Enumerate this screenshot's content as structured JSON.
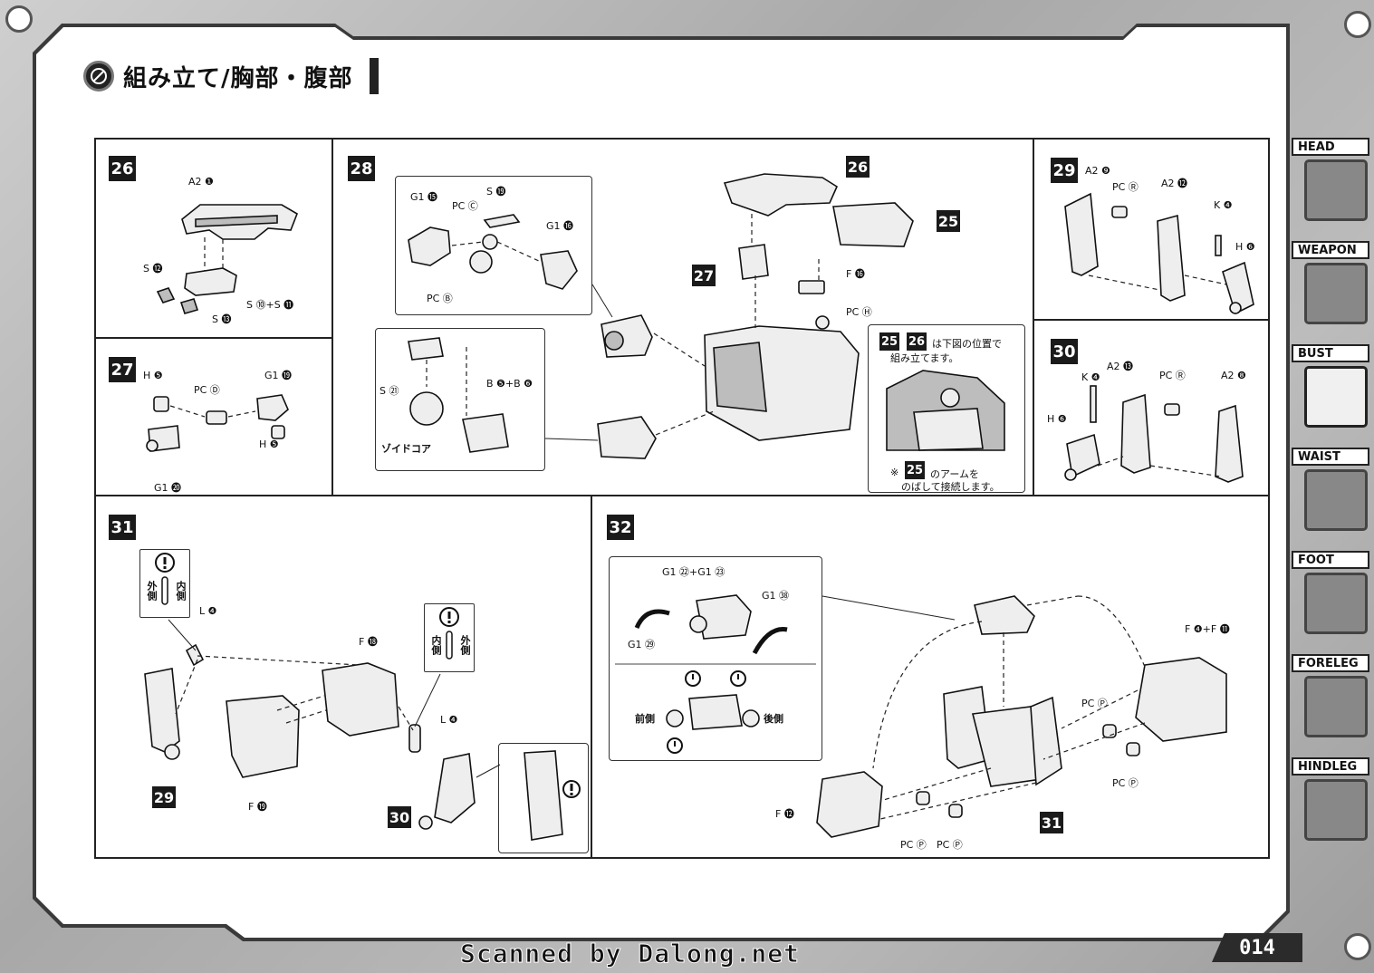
{
  "header": {
    "title": "組み立て/胸部・腹部"
  },
  "steps": {
    "s26": {
      "number": "26",
      "labels": [
        "A2 ❶",
        "S ⓬",
        "S ⓾+S ⓫",
        "S ⓭"
      ]
    },
    "s27": {
      "number": "27",
      "labels": [
        "H ❺",
        "PC Ⓓ",
        "G1 ⓳",
        "H ❺",
        "G1 ⓴"
      ]
    },
    "s28": {
      "number": "28",
      "sub1_labels": [
        "G1 ⓯",
        "S ⓳",
        "PC Ⓒ",
        "G1 ⓰",
        "PC Ⓑ"
      ],
      "sub2_labels": [
        "S ㉑",
        "B ❺+B ❻",
        "ゾイドコア"
      ],
      "main_labels": [
        "26",
        "25",
        "27",
        "F ⓰",
        "PC Ⓗ"
      ],
      "note_top": "は下図の位置で",
      "note_top2": "組み立てます。",
      "note_step_a": "25",
      "note_step_b": "26",
      "note_bottom_mark": "※",
      "note_bottom_step": "25",
      "note_bottom": "のアームを",
      "note_bottom2": "のばして接続します。"
    },
    "s29": {
      "number": "29",
      "labels": [
        "A2 ❾",
        "PC Ⓡ",
        "A2 ⓬",
        "K ❹",
        "H ❻"
      ]
    },
    "s30": {
      "number": "30",
      "labels": [
        "K ❹",
        "A2 ⓭",
        "PC Ⓡ",
        "A2 ❽",
        "H ❻"
      ]
    },
    "s31": {
      "number": "31",
      "labels": [
        "L ❹",
        "F ⓲",
        "L ❹",
        "F ⓳",
        "29",
        "30"
      ],
      "callout1": {
        "outer": "外側",
        "inner": "内側"
      },
      "callout2": {
        "inner": "内側",
        "outer": "外側"
      }
    },
    "s32": {
      "number": "32",
      "sub_labels": [
        "G1 ㉒+G1 ㉓",
        "G1 ㊳",
        "G1 ㉙"
      ],
      "front": "前側",
      "back": "後側",
      "labels": [
        "F ❹+F ⓫",
        "PC Ⓟ",
        "PC Ⓟ",
        "F ⓬",
        "PC Ⓟ",
        "PC Ⓟ",
        "31"
      ]
    }
  },
  "sidebar": {
    "tabs": [
      {
        "label": "HEAD"
      },
      {
        "label": "WEAPON"
      },
      {
        "label": "BUST",
        "active": true
      },
      {
        "label": "WAIST"
      },
      {
        "label": "FOOT"
      },
      {
        "label": "FORELEG"
      },
      {
        "label": "HINDLEG"
      }
    ]
  },
  "footer": {
    "scanned": "Scanned by Dalong.net",
    "page": "014"
  },
  "icons": {
    "title": "gear-icon",
    "caution": "exclamation-circle-icon"
  }
}
